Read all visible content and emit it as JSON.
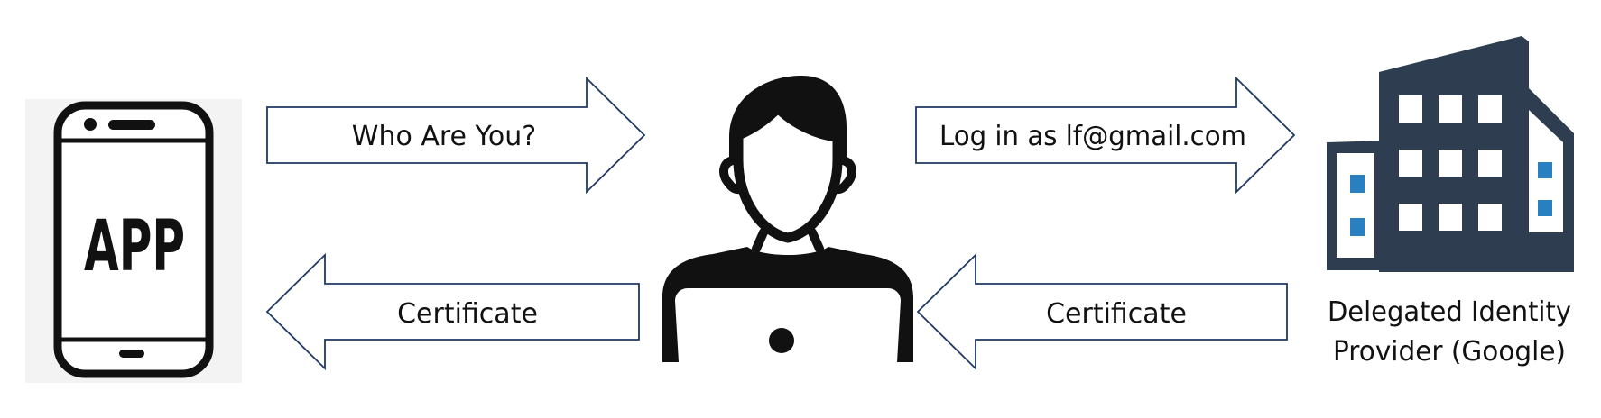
{
  "app": {
    "label": "APP"
  },
  "arrows": {
    "who_are_you": "Who Are You?",
    "log_in_as": "Log in as lf@gmail.com",
    "certificate_from_provider": "Certificate",
    "certificate_to_app": "Certificate"
  },
  "provider": {
    "line1": "Delegated Identity",
    "line2": "Provider (Google)"
  },
  "colors": {
    "arrow_outline": "#1f3864",
    "building_dark": "#2e3e50",
    "building_window_blue": "#2a7fc1",
    "phone_panel_bg": "#f3f3f3",
    "ink": "#111111"
  }
}
